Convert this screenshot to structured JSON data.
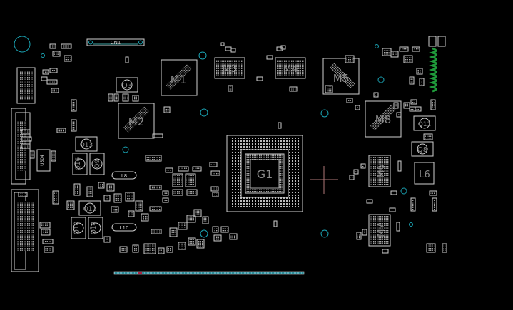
{
  "title": "",
  "labels": {
    "cn1": "CN1",
    "g1": "G1",
    "m1": "M1",
    "m2": "M2",
    "m3": "M3",
    "m4": "M4",
    "m5": "M5",
    "m6": "M6",
    "m7": "M7",
    "m8": "M8",
    "q3": "Q3",
    "q8": "Q8",
    "q9": "Q9",
    "q10": "Q10",
    "q11": "Q11",
    "q12": "Q12",
    "q13": "Q13",
    "q14": "Q14",
    "q16": "Q16",
    "l6": "L6",
    "l8": "L8",
    "l10": "L10",
    "u504": "U504"
  },
  "colors": {
    "background": "#000000",
    "outline": "#cfcfcf",
    "label": "#8a8a8a",
    "hole": "#1aa3b3",
    "coil": "#1f9a3a",
    "cursor": "#b07878"
  }
}
